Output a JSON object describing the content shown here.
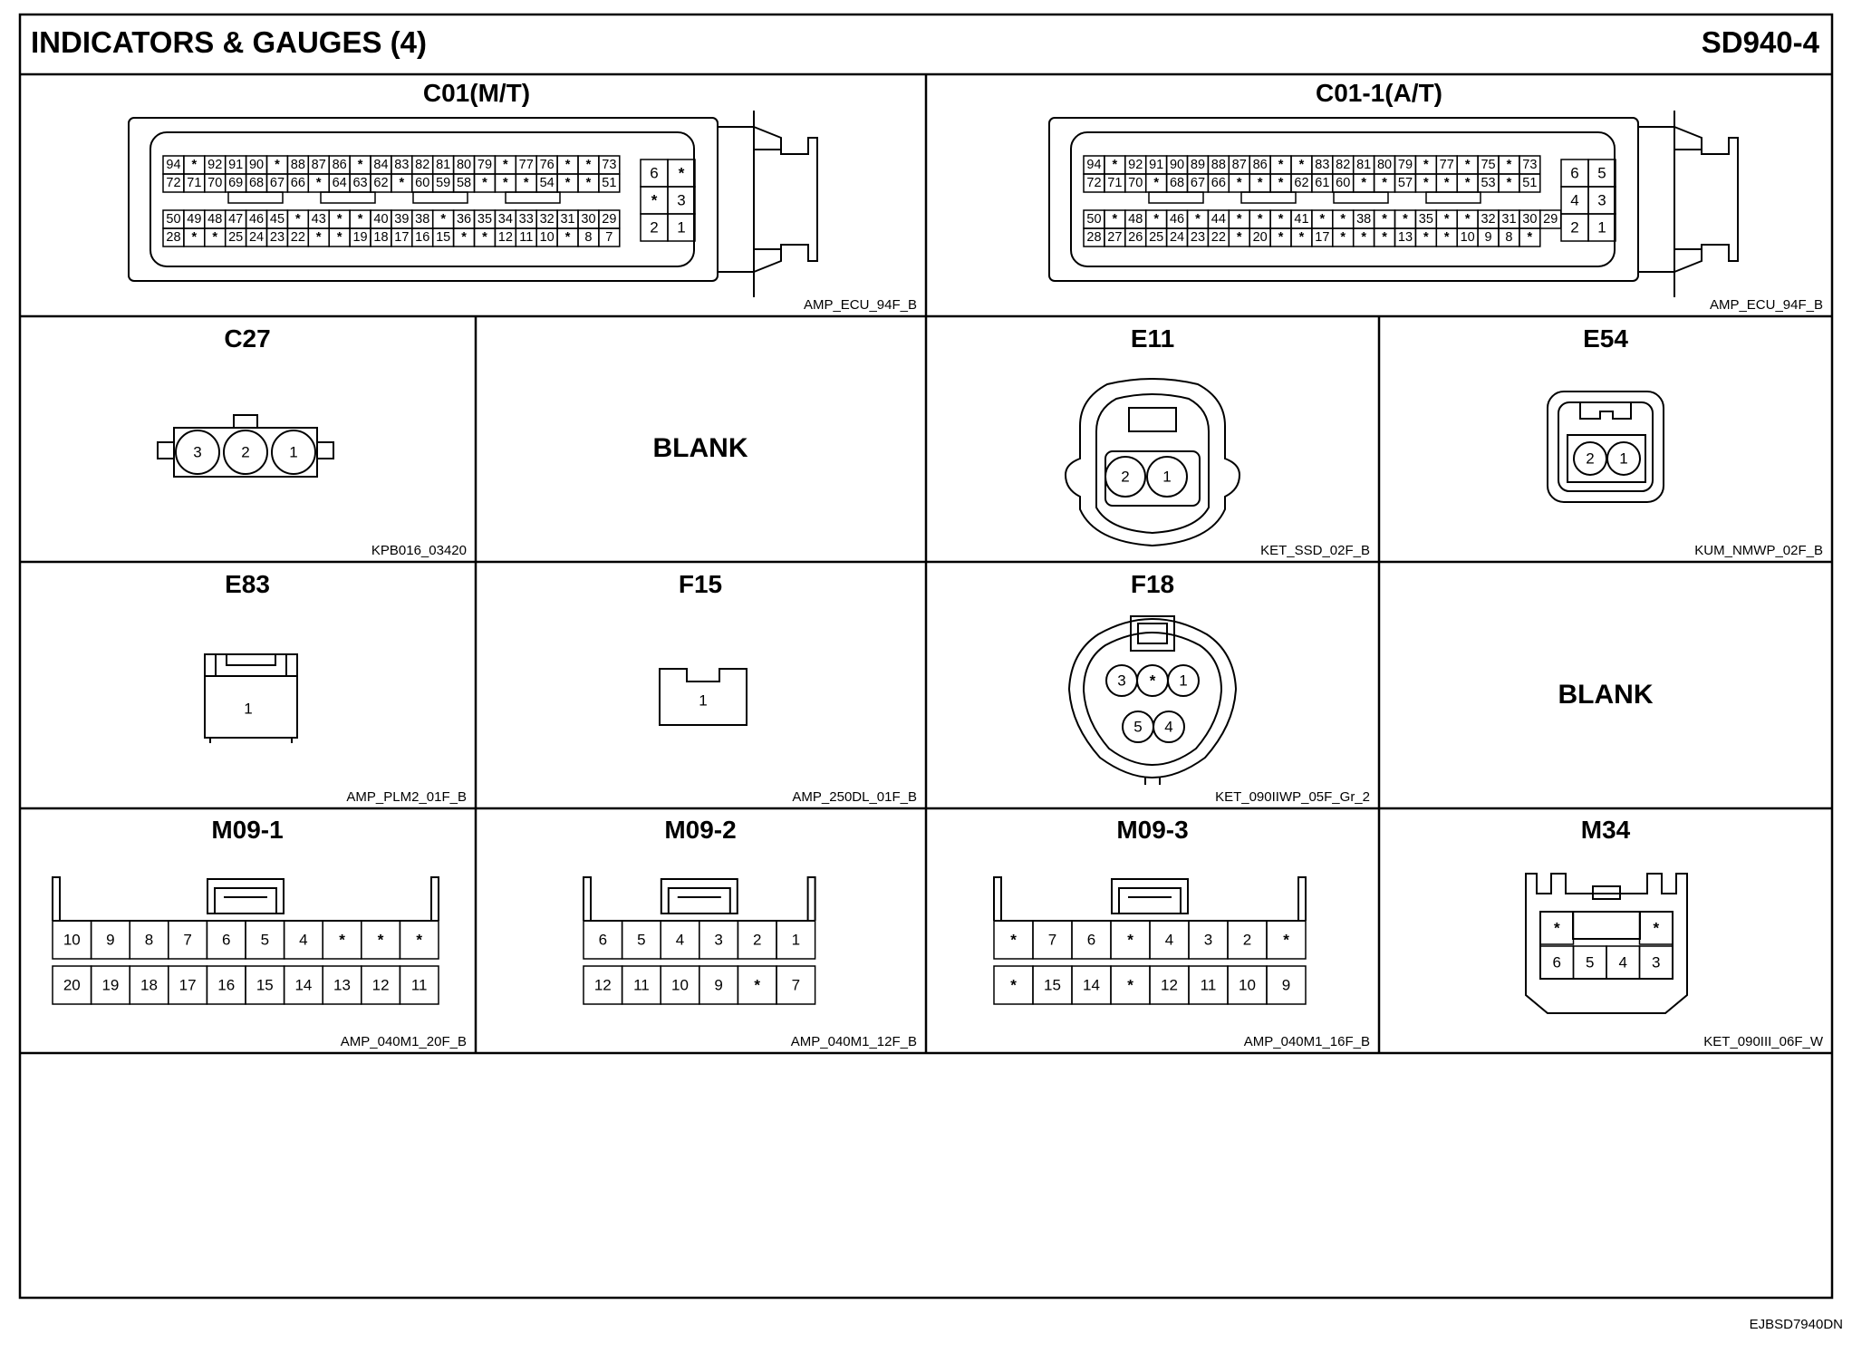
{
  "header": {
    "title": "INDICATORS & GAUGES (4)",
    "code": "SD940-4"
  },
  "footer": {
    "ref": "EJBSD7940DN"
  },
  "cells": {
    "c01": {
      "name": "C01(M/T)",
      "part": "AMP_ECU_94F_B",
      "rows": [
        [
          "94",
          "*",
          "92",
          "91",
          "90",
          "*",
          "88",
          "87",
          "86",
          "*",
          "84",
          "83",
          "82",
          "81",
          "80",
          "79",
          "*",
          "77",
          "76",
          "*",
          "*",
          "73"
        ],
        [
          "72",
          "71",
          "70",
          "69",
          "68",
          "67",
          "66",
          "*",
          "64",
          "63",
          "62",
          "*",
          "60",
          "59",
          "58",
          "*",
          "*",
          "*",
          "54",
          "*",
          "*",
          "51"
        ],
        [
          "50",
          "49",
          "48",
          "47",
          "46",
          "45",
          "*",
          "43",
          "*",
          "*",
          "40",
          "39",
          "38",
          "*",
          "36",
          "35",
          "34",
          "33",
          "32",
          "31",
          "30",
          "29"
        ],
        [
          "28",
          "*",
          "*",
          "25",
          "24",
          "23",
          "22",
          "*",
          "*",
          "19",
          "18",
          "17",
          "16",
          "15",
          "*",
          "*",
          "12",
          "11",
          "10",
          "*",
          "8",
          "7"
        ]
      ],
      "side": [
        [
          "6",
          "*"
        ],
        [
          "*",
          "3"
        ],
        [
          "2",
          "1"
        ]
      ]
    },
    "c01_1": {
      "name": "C01-1(A/T)",
      "part": "AMP_ECU_94F_B",
      "rows": [
        [
          "94",
          "*",
          "92",
          "91",
          "90",
          "89",
          "88",
          "87",
          "86",
          "*",
          "*",
          "83",
          "82",
          "81",
          "80",
          "79",
          "*",
          "77",
          "*",
          "75",
          "*",
          "73"
        ],
        [
          "72",
          "71",
          "70",
          "*",
          "68",
          "67",
          "66",
          "*",
          "*",
          "*",
          "62",
          "61",
          "60",
          "*",
          "*",
          "57",
          "*",
          "*",
          "*",
          "53",
          "*",
          "51"
        ],
        [
          "50",
          "*",
          "48",
          "*",
          "46",
          "*",
          "44",
          "*",
          "*",
          "*",
          "41",
          "*",
          "*",
          "38",
          "*",
          "*",
          "35",
          "*",
          "*",
          "32",
          "31",
          "30",
          "29"
        ],
        [
          "28",
          "27",
          "26",
          "25",
          "24",
          "23",
          "22",
          "*",
          "20",
          "*",
          "*",
          "17",
          "*",
          "*",
          "*",
          "13",
          "*",
          "*",
          "10",
          "9",
          "8",
          "*"
        ]
      ],
      "side": [
        [
          "6",
          "5"
        ],
        [
          "4",
          "3"
        ],
        [
          "2",
          "1"
        ]
      ]
    },
    "c27": {
      "name": "C27",
      "part": "KPB016_03420",
      "pins": [
        "3",
        "2",
        "1"
      ]
    },
    "blank1": {
      "label": "BLANK"
    },
    "e11": {
      "name": "E11",
      "part": "KET_SSD_02F_B",
      "pins": [
        "2",
        "1"
      ]
    },
    "e54": {
      "name": "E54",
      "part": "KUM_NMWP_02F_B",
      "pins": [
        "2",
        "1"
      ]
    },
    "e83": {
      "name": "E83",
      "part": "AMP_PLM2_01F_B",
      "pins": [
        "1"
      ]
    },
    "f15": {
      "name": "F15",
      "part": "AMP_250DL_01F_B",
      "pins": [
        "1"
      ]
    },
    "f18": {
      "name": "F18",
      "part": "KET_090IIWP_05F_Gr_2",
      "top": [
        "3",
        "*",
        "1"
      ],
      "bottom": [
        "5",
        "4"
      ]
    },
    "blank2": {
      "label": "BLANK"
    },
    "m09_1": {
      "name": "M09-1",
      "part": "AMP_040M1_20F_B",
      "top": [
        "10",
        "9",
        "8",
        "7",
        "6",
        "5",
        "4",
        "*",
        "*",
        "*"
      ],
      "bottom": [
        "20",
        "19",
        "18",
        "17",
        "16",
        "15",
        "14",
        "13",
        "12",
        "11"
      ]
    },
    "m09_2": {
      "name": "M09-2",
      "part": "AMP_040M1_12F_B",
      "top": [
        "6",
        "5",
        "4",
        "3",
        "2",
        "1"
      ],
      "bottom": [
        "12",
        "11",
        "10",
        "9",
        "*",
        "7"
      ]
    },
    "m09_3": {
      "name": "M09-3",
      "part": "AMP_040M1_16F_B",
      "top": [
        "*",
        "7",
        "6",
        "*",
        "4",
        "3",
        "2",
        "*"
      ],
      "bottom": [
        "*",
        "15",
        "14",
        "*",
        "12",
        "11",
        "10",
        "9"
      ]
    },
    "m34": {
      "name": "M34",
      "part": "KET_090III_06F_W",
      "top": [
        "*",
        "",
        "",
        "*"
      ],
      "bottom": [
        "6",
        "5",
        "4",
        "3"
      ]
    }
  }
}
